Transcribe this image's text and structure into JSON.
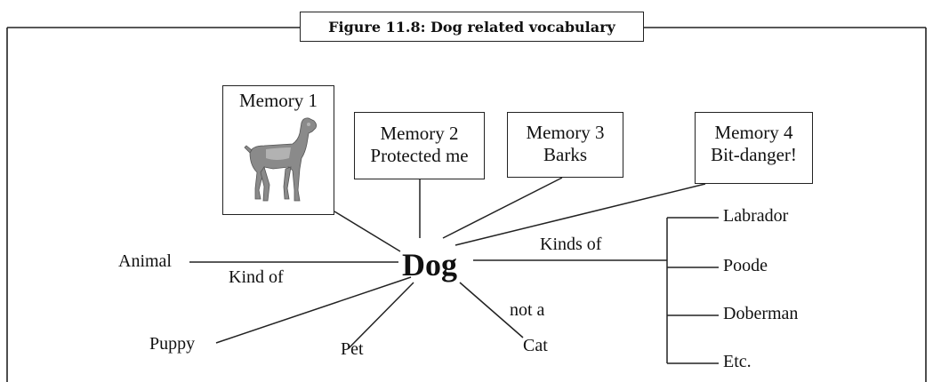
{
  "figure": {
    "title": "Figure 11.8: Dog related vocabulary"
  },
  "center": {
    "label": "Dog"
  },
  "memories": [
    {
      "line1": "Memory 1",
      "line2": "",
      "image": "boxer-dog-image"
    },
    {
      "line1": "Memory 2",
      "line2": "Protected me"
    },
    {
      "line1": "Memory 3",
      "line2": "Barks"
    },
    {
      "line1": "Memory 4",
      "line2": "Bit-danger!"
    }
  ],
  "relations": {
    "animal": "Animal",
    "kind_of": "Kind of",
    "kinds_of": "Kinds of",
    "puppy": "Puppy",
    "pet": "Pet",
    "not_a": "not a",
    "cat": "Cat"
  },
  "kinds": [
    "Labrador",
    "Poode",
    "Doberman",
    "Etc."
  ]
}
